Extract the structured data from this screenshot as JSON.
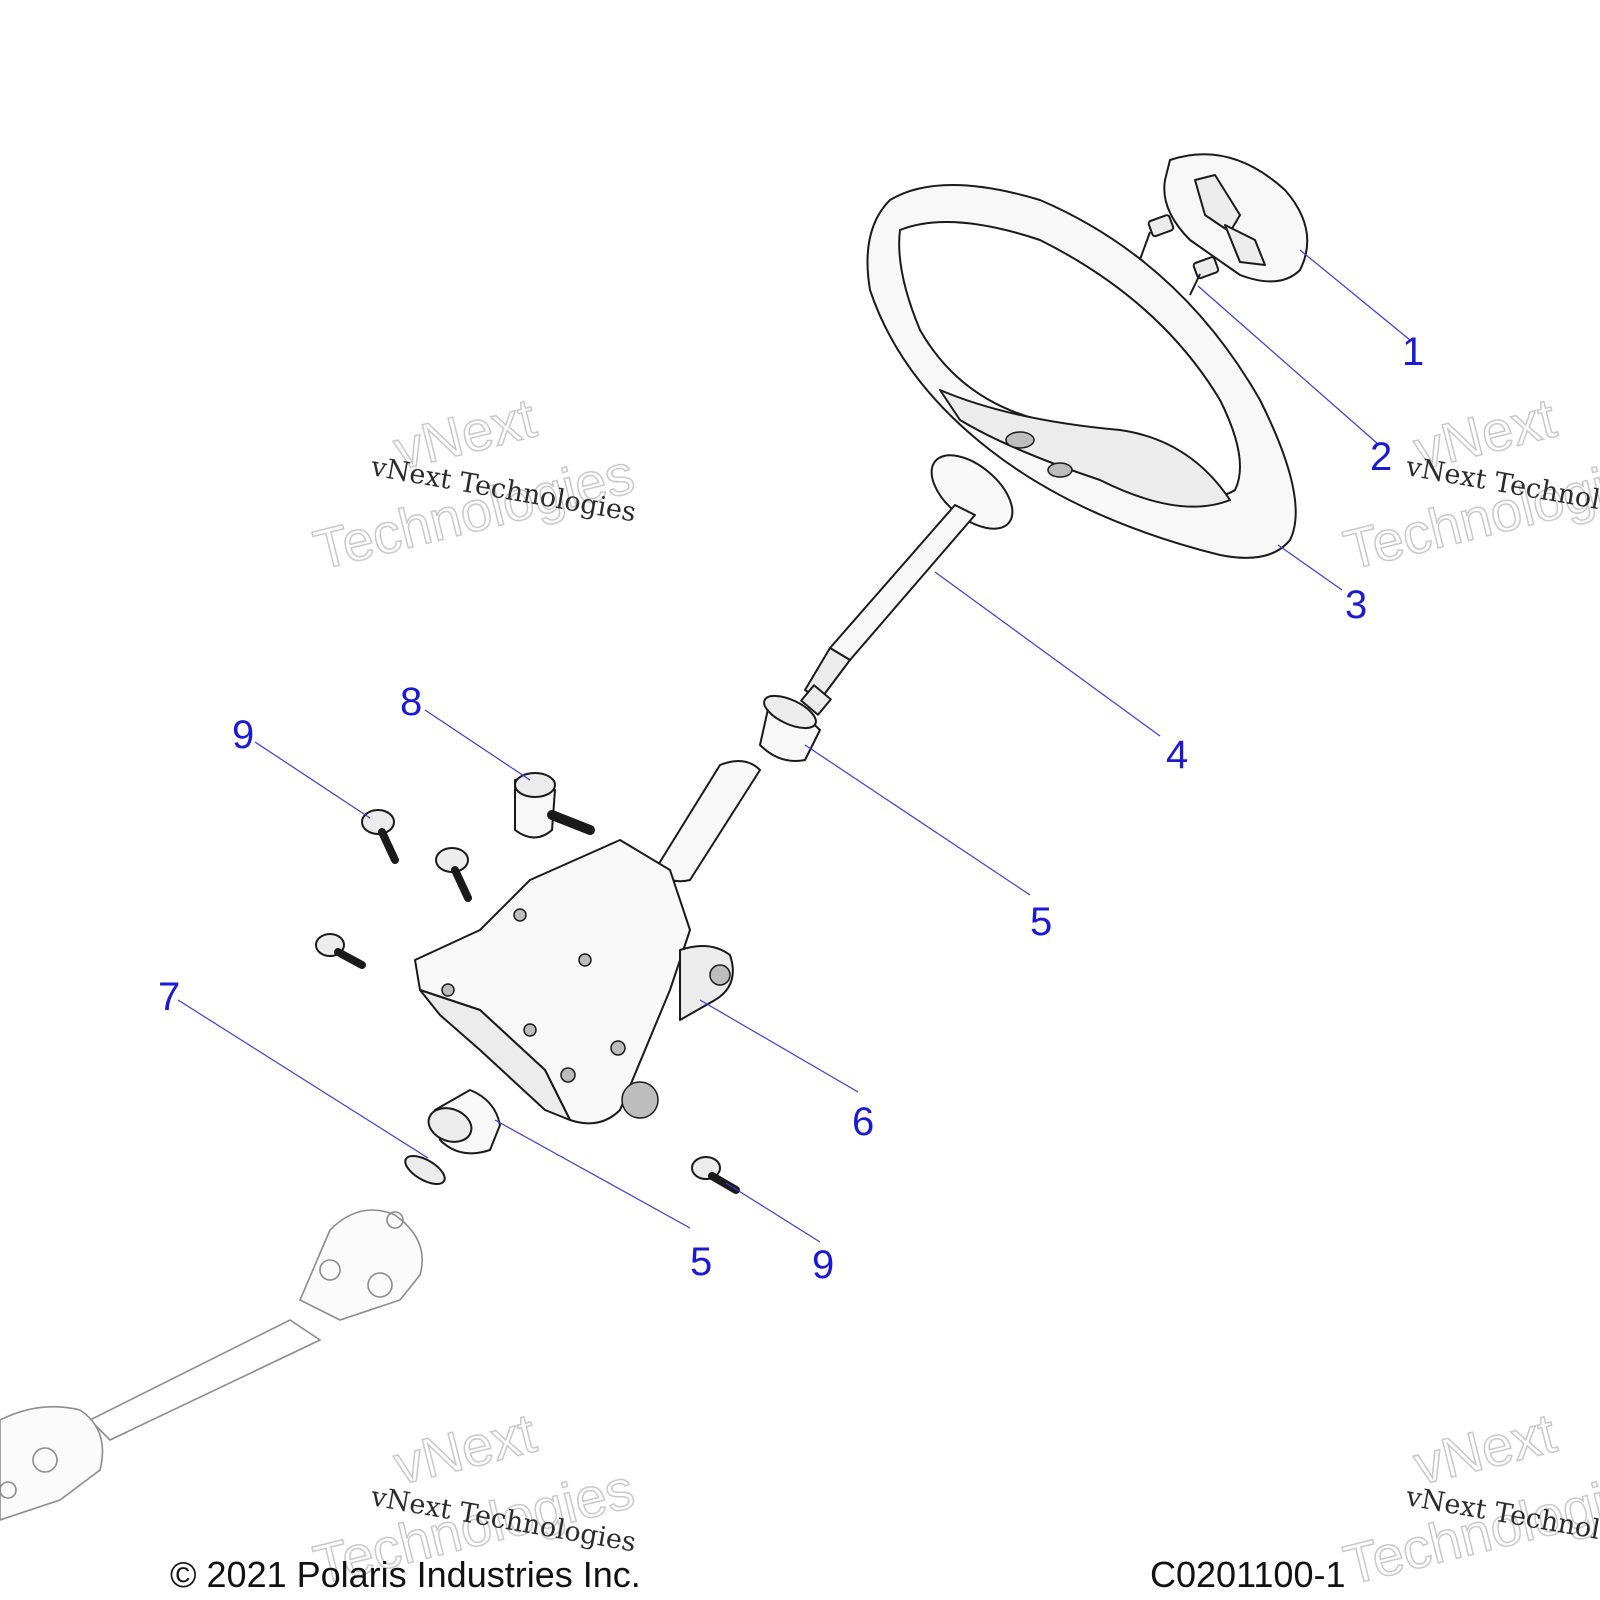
{
  "diagram": {
    "callouts": [
      "1",
      "2",
      "3",
      "4",
      "5",
      "5",
      "6",
      "7",
      "8",
      "9",
      "9"
    ],
    "watermark": {
      "line": "vNext Technologies",
      "outline_top": "vNext",
      "outline_bottom": "Technologies"
    }
  },
  "footer": {
    "copyright": "© 2021 Polaris Industries Inc.",
    "figure_id": "C0201100-1"
  }
}
